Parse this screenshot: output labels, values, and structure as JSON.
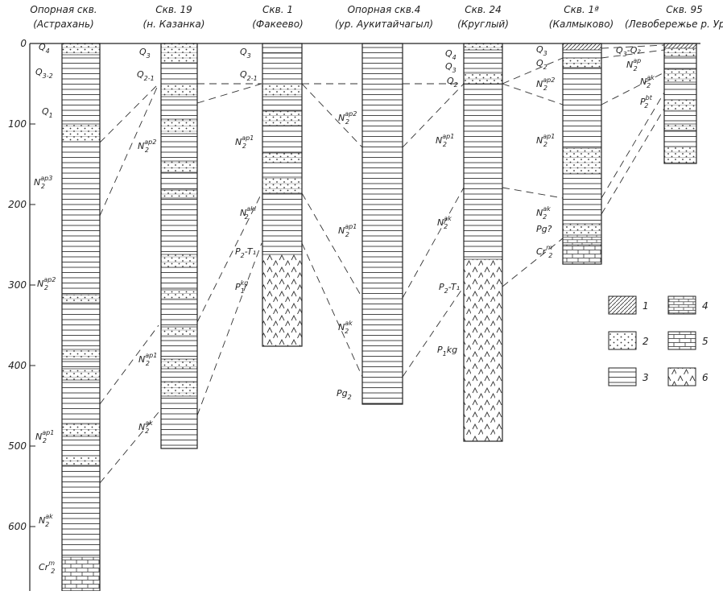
{
  "depth_axis": {
    "ticks": [
      {
        "label": "0",
        "depth": 0
      },
      {
        "label": "100",
        "depth": 100
      },
      {
        "label": "200",
        "depth": 200
      },
      {
        "label": "300",
        "depth": 300
      },
      {
        "label": "400",
        "depth": 400
      },
      {
        "label": "500",
        "depth": 500
      },
      {
        "label": "600",
        "depth": 600
      }
    ]
  },
  "boreholes": [
    {
      "title": "Опорная скв.",
      "subtitle": "(Астрахань)"
    },
    {
      "title": "Скв. 19",
      "subtitle": "(н. Казанка)"
    },
    {
      "title": "Скв. 1",
      "subtitle": "(Факеево)"
    },
    {
      "title": "Опорная скв.4",
      "subtitle": "(ур. Аукитайчагыл)"
    },
    {
      "title": "Скв. 24",
      "subtitle": "(Круглый)"
    },
    {
      "title": "Скв. 1ª",
      "subtitle": "(Калмыково)"
    },
    {
      "title": "Скв. 95",
      "subtitle": "(Левобережье р. Урал )"
    }
  ],
  "labels": [
    {
      "main": "Q",
      "sub": "4",
      "sup": ""
    },
    {
      "main": "Q",
      "sub": "3-2",
      "sup": ""
    },
    {
      "main": "Q",
      "sub": "1",
      "sup": ""
    },
    {
      "main": "N",
      "sub": "2",
      "sup": "ap3"
    },
    {
      "main": "N",
      "sub": "2",
      "sup": "ap2"
    },
    {
      "main": "N",
      "sub": "2",
      "sup": "ap1"
    },
    {
      "main": "N",
      "sub": "2",
      "sup": "ak"
    },
    {
      "main": "Cr",
      "sub": "2",
      "sup": "m"
    },
    {
      "main": "Q",
      "sub": "3",
      "sup": ""
    },
    {
      "main": "Q",
      "sub": "2-1",
      "sup": ""
    },
    {
      "main": "N",
      "sub": "2",
      "sup": "ap2"
    },
    {
      "main": "N",
      "sub": "2",
      "sup": "ap1"
    },
    {
      "main": "N",
      "sub": "2",
      "sup": "ak"
    },
    {
      "main": "Q",
      "sub": "3",
      "sup": ""
    },
    {
      "main": "Q",
      "sub": "2-1",
      "sup": ""
    },
    {
      "main": "N",
      "sub": "2",
      "sup": "ap1"
    },
    {
      "main": "N",
      "sub": "2",
      "sup": "akl"
    },
    {
      "main": "P",
      "sub": "2",
      "sup": "",
      "tail": "-T₁"
    },
    {
      "main": "P",
      "sub": "1",
      "sup": "kg"
    },
    {
      "main": "N",
      "sub": "2",
      "sup": "ap2"
    },
    {
      "main": "N",
      "sub": "2",
      "sup": "ap1"
    },
    {
      "main": "N",
      "sub": "2",
      "sup": "ak"
    },
    {
      "main": "Pg",
      "sub": "2",
      "sup": ""
    },
    {
      "main": "Q",
      "sub": "4",
      "sup": ""
    },
    {
      "main": "Q",
      "sub": "3",
      "sup": ""
    },
    {
      "main": "Q",
      "sub": "2",
      "sup": ""
    },
    {
      "main": "N",
      "sub": "2",
      "sup": "ap1"
    },
    {
      "main": "N",
      "sub": "2",
      "sup": "ak"
    },
    {
      "main": "P",
      "sub": "2",
      "sup": "",
      "tail": "-T₁"
    },
    {
      "main": "P",
      "sub": "1",
      "sup": "",
      "tail": "kg"
    },
    {
      "main": "Q",
      "sub": "3",
      "sup": ""
    },
    {
      "main": "Q",
      "sub": "2",
      "sup": ""
    },
    {
      "main": "N",
      "sub": "2",
      "sup": "ap2"
    },
    {
      "main": "N",
      "sub": "2",
      "sup": "ap1"
    },
    {
      "main": "N",
      "sub": "2",
      "sup": "ak"
    },
    {
      "main": "Pg",
      "sub": "",
      "sup": "",
      "tail": "?"
    },
    {
      "main": "Cr",
      "sub": "2",
      "sup": "m"
    },
    {
      "main": "Q",
      "sub": "3",
      "sup": "",
      "tail": "-Q₂"
    },
    {
      "main": "N",
      "sub": "2",
      "sup": "ap"
    },
    {
      "main": "N",
      "sub": "2",
      "sup": "ak"
    },
    {
      "main": "P",
      "sub": "2",
      "sup": "bt"
    }
  ],
  "legend": [
    {
      "number": "1",
      "pattern": "hatch"
    },
    {
      "number": "2",
      "pattern": "dots"
    },
    {
      "number": "3",
      "pattern": "lines"
    },
    {
      "number": "4",
      "pattern": "bricks-thin"
    },
    {
      "number": "5",
      "pattern": "bricks"
    },
    {
      "number": "6",
      "pattern": "carets"
    }
  ]
}
